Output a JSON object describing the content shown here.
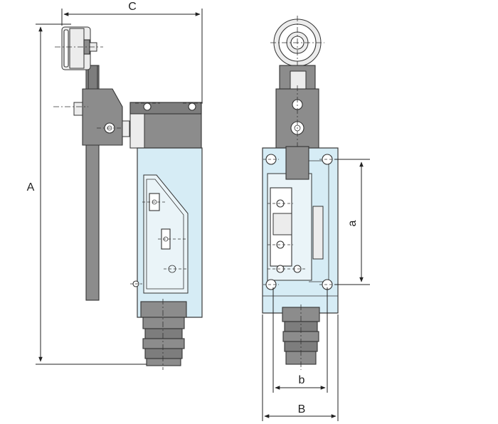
{
  "dimensions": {
    "A": "A",
    "B": "B",
    "C": "C",
    "a": "a",
    "b": "b"
  },
  "colors": {
    "housing": "#d6ecf5",
    "metal": "#8c8c8c",
    "lines": "#222222"
  },
  "icons": [
    "roller-wheel",
    "screw-head",
    "spring-boot"
  ]
}
